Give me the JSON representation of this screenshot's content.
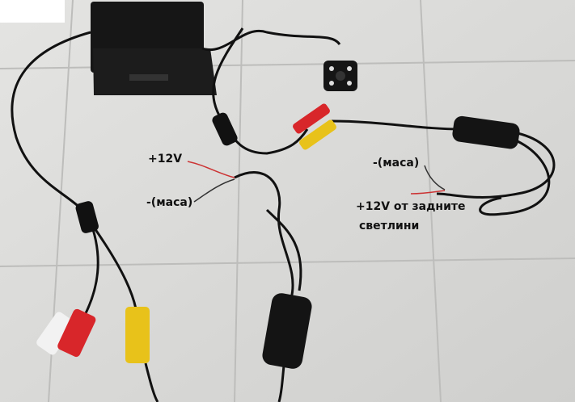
{
  "labels": {
    "left_plus": "+12V",
    "left_ground": "-(маса)",
    "right_ground": "-(маса)",
    "right_plus": "+12V от задните",
    "right_plus_line2": "светлини"
  },
  "colors": {
    "tile": "#dcdcda",
    "grout": "#c4c4c2",
    "cable": "#111111",
    "rca_red": "#d8262a",
    "rca_yellow": "#e8c21a"
  }
}
